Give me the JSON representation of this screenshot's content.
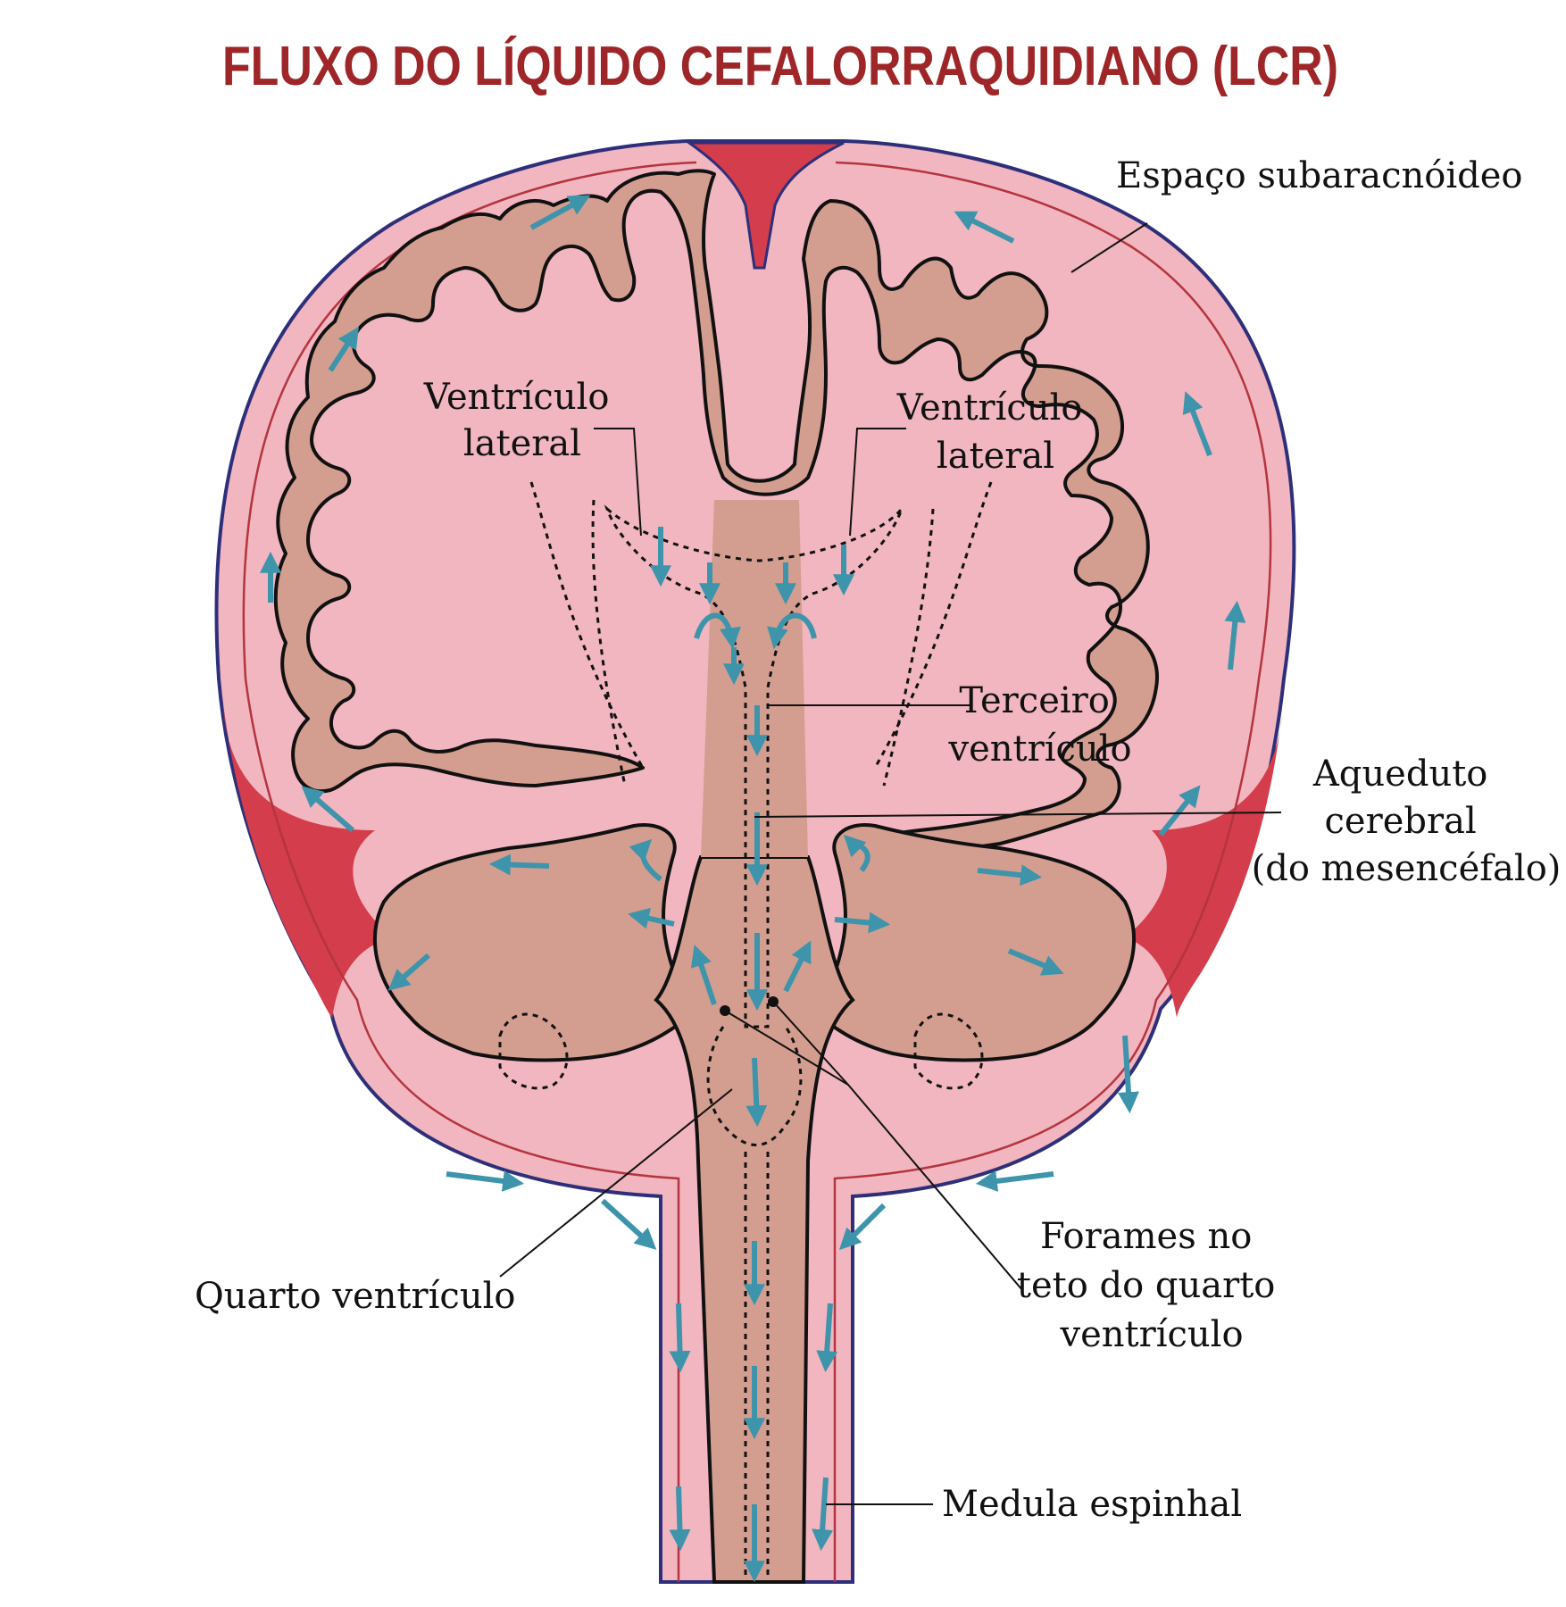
{
  "title": "FLUXO DO LÍQUIDO CEFALORRAQUIDIANO (LCR)",
  "labels": {
    "subarachnoid_space": "Espaço subaracnóideo",
    "lateral_ventricle_left": [
      "Ventrículo",
      "lateral"
    ],
    "lateral_ventricle_right": [
      "Ventrículo",
      "lateral"
    ],
    "third_ventricle": [
      "Terceiro",
      "ventrículo"
    ],
    "cerebral_aqueduct": [
      "Aqueduto",
      "cerebral",
      "(do mesencéfalo)"
    ],
    "foramina": [
      "Forames no",
      "teto do quarto",
      "ventrículo"
    ],
    "fourth_ventricle": "Quarto ventrículo",
    "spinal_cord": "Medula espinhal"
  },
  "colors": {
    "title": "#9e2528",
    "dura_outline": "#2e2f7a",
    "blood_red": "#d43d4b",
    "membrane_pink": "#f1b6bf",
    "brain_tissue": "#d39e90",
    "arrow_teal": "#3d94ab",
    "outline": "#111111"
  }
}
